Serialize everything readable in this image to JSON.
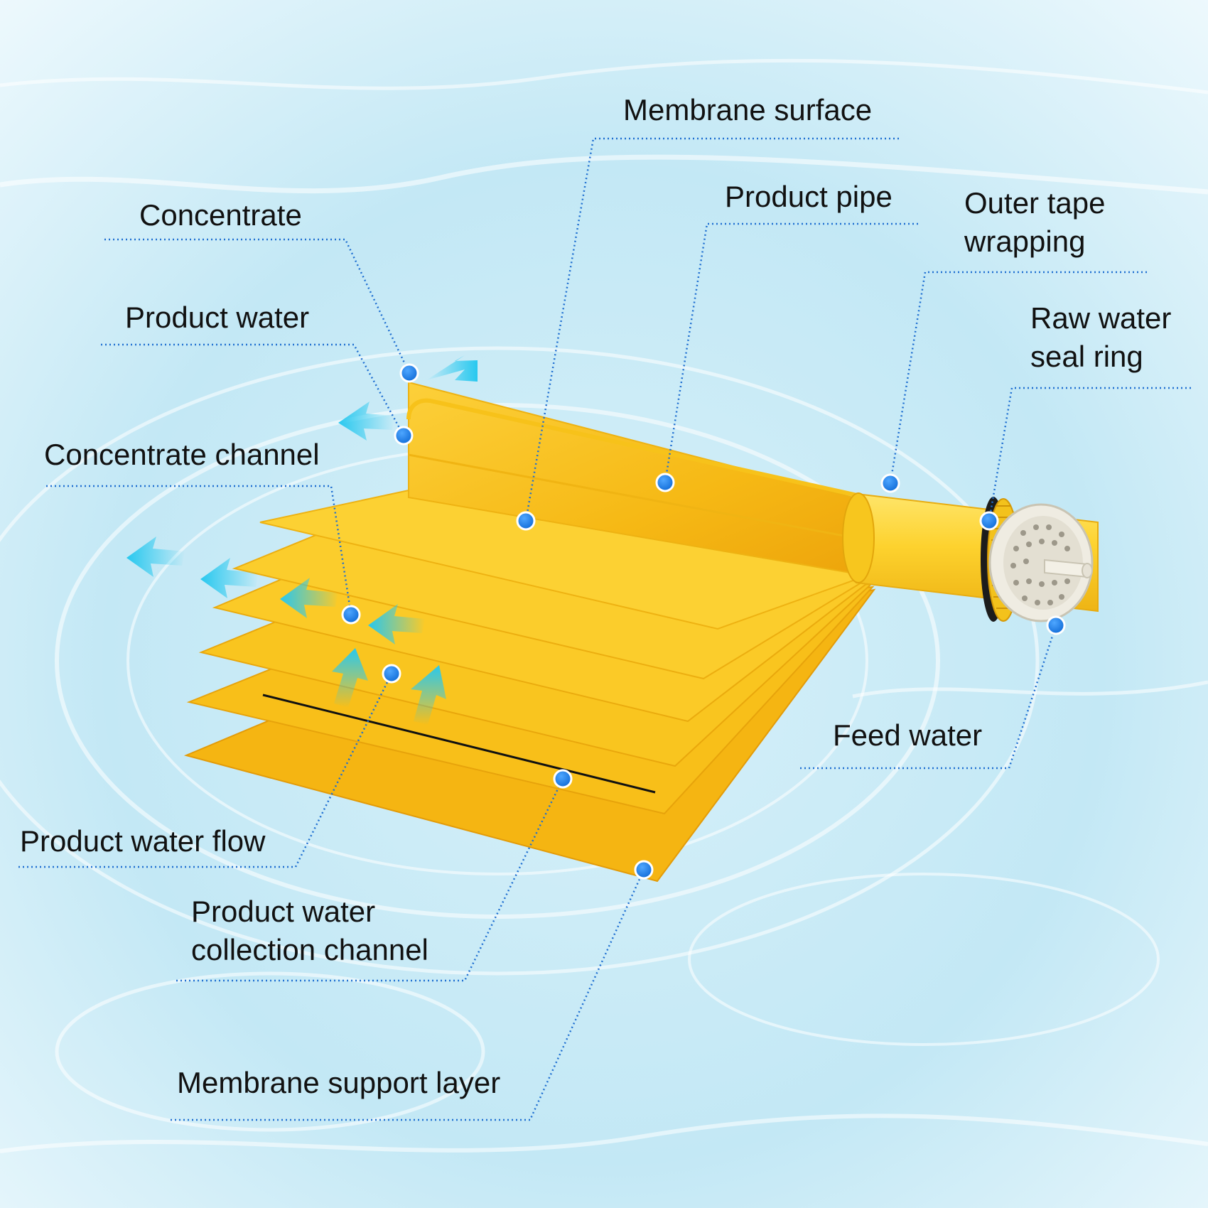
{
  "labels": {
    "membrane_surface": "Membrane surface",
    "product_pipe": "Product pipe",
    "concentrate": "Concentrate",
    "outer_tape": [
      "Outer tape",
      "wrapping"
    ],
    "product_water": "Product water",
    "raw_water_seal": [
      "Raw water",
      "seal ring"
    ],
    "concentrate_channel": "Concentrate channel",
    "feed_water": "Feed water",
    "product_water_flow": "Product water flow",
    "collection_channel": [
      "Product water",
      "collection channel"
    ],
    "support_layer": "Membrane support layer"
  },
  "colors": {
    "water_light": "#eaf7fc",
    "water_mid": "#b9e3f2",
    "membrane_yellow": "#fbc51c",
    "membrane_shade": "#eba70c",
    "pipe_yellow": "#fdd22e",
    "leader_blue": "#1f6fd1",
    "dot_blue": "#1a7fe6",
    "arrow_cyan": "#2fd0f0",
    "end_cap": "#efece2"
  }
}
